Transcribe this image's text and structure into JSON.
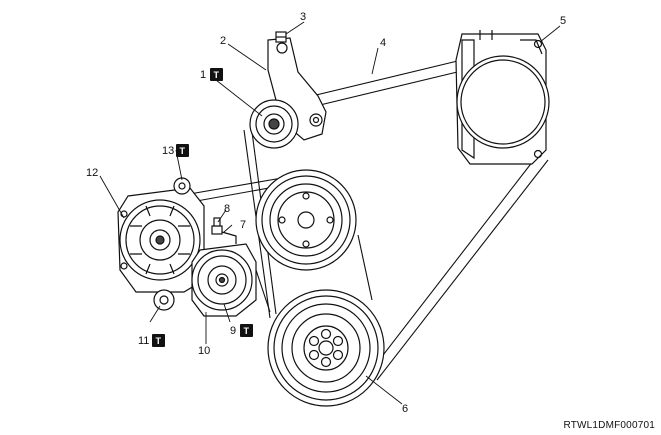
{
  "figure": {
    "code": "RTWL1DMF000701",
    "torque_symbol": "T",
    "callouts": [
      "1",
      "2",
      "3",
      "4",
      "5",
      "6",
      "7",
      "8",
      "9",
      "10",
      "11",
      "12",
      "13"
    ]
  }
}
